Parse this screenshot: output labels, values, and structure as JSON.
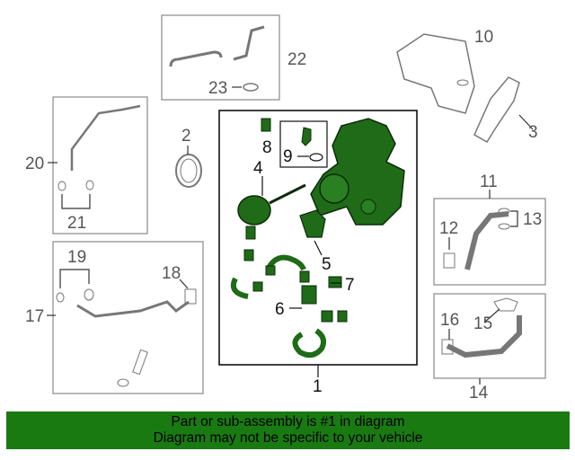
{
  "callouts": {
    "c1": "1",
    "c2": "2",
    "c3": "3",
    "c4": "4",
    "c5": "5",
    "c6": "6",
    "c7": "7",
    "c8": "8",
    "c9": "9",
    "c10": "10",
    "c11": "11",
    "c12": "12",
    "c13": "13",
    "c14": "14",
    "c15": "15",
    "c16": "16",
    "c17": "17",
    "c18": "18",
    "c19": "19",
    "c20": "20",
    "c21": "21",
    "c22": "22",
    "c23": "23"
  },
  "banner": {
    "line1": "Part or sub-assembly is #1 in diagram",
    "line2": "Diagram may not be specific to your vehicle"
  },
  "colors": {
    "highlight": "#1f6b18",
    "banner": "#1a7a12",
    "line_art": "#777777"
  }
}
